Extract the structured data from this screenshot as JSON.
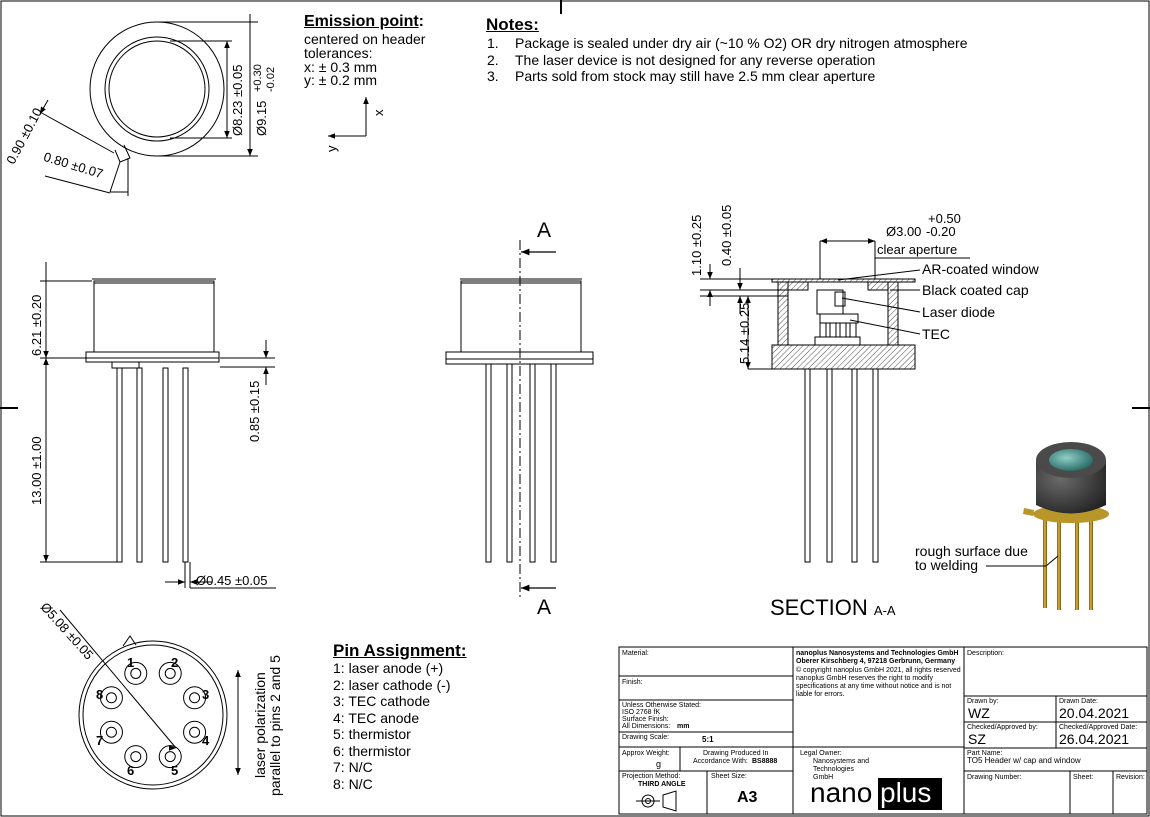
{
  "emission": {
    "title": "Emission point",
    "lines": [
      "centered on header",
      "tolerances:",
      "x: ± 0.3 mm",
      "y: ± 0.2 mm"
    ]
  },
  "notes": {
    "title": "Notes:",
    "items": [
      {
        "num": "1.",
        "text": "Package is sealed under dry air (~10 % O2) OR dry nitrogen atmosphere"
      },
      {
        "num": "2.",
        "text": "The laser device is not designed for any reverse operation"
      },
      {
        "num": "3.",
        "text": "Parts sold from stock may still have 2.5 mm clear aperture"
      }
    ]
  },
  "dims": {
    "d823": "Ø8.23 ±0.05",
    "d915": "Ø9.15",
    "d915_tol_upper": "+0.30",
    "d915_tol_lower": "-0.02",
    "tab_090": "0.90 ±0.10",
    "tab_080": "0.80 ±0.07",
    "h621": "6.21 ±0.20",
    "l1300": "13.00 ±1.00",
    "f085": "0.85 ±0.15",
    "pin045": "Ø0.45 ±0.05",
    "pcd508": "Ø5.08 ±0.05",
    "w110": "1.10 ±0.25",
    "w040": "0.40 ±0.05",
    "ap300": "Ø3.00",
    "ap_upper": "+0.50",
    "ap_lower": "-0.20",
    "ap_label": "clear aperture",
    "h514": "5.14 ±0.25"
  },
  "axes": {
    "x": "x",
    "y": "y"
  },
  "section": {
    "cut": "A",
    "title": "SECTION",
    "suffix": "A-A"
  },
  "callouts": [
    "AR-coated window",
    "Black coated cap",
    "Laser diode",
    "TEC"
  ],
  "rough": [
    "rough surface due",
    "to welding"
  ],
  "pins": {
    "title": "Pin Assignment:",
    "items": [
      "1: laser anode (+)",
      "2: laser cathode (-)",
      "3: TEC cathode",
      "4: TEC anode",
      "5: thermistor",
      "6: thermistor",
      "7: N/C",
      "8: N/C"
    ],
    "numbers": [
      "1",
      "2",
      "3",
      "4",
      "5",
      "6",
      "7",
      "8"
    ]
  },
  "polarization": [
    "laser polarization",
    "parallel to pins 2 and 5"
  ],
  "titleblock": {
    "material": "Material:",
    "finish": "Finish:",
    "unless": [
      "Unless Otherwise Stated:",
      "ISO 2768 fK",
      "Surface Finish:",
      "All Dimensions:"
    ],
    "units": "mm",
    "scale_label": "Drawing Scale:",
    "scale": "5:1",
    "weight_label": "Approx Weight:",
    "weight_unit": "g",
    "produced": [
      "Drawing Produced In",
      "Accordance With:"
    ],
    "standard": "BS8888",
    "projection_label": "Projection Method:",
    "projection": "THIRD ANGLE",
    "sheet_size_label": "Sheet Size:",
    "sheet_size": "A3",
    "company": "nanoplus Nanosystems and Technologies GmbH",
    "address": "Oberer Kirschberg 4, 97218 Gerbrunn, Germany",
    "copyright": [
      "© copyright nanoplus GmbH 2021, all rights reserved",
      "nanoplus GmbH reserves the right to modify",
      "specifications at any time without notice and is not",
      "liable for errors."
    ],
    "legal_owner": "Legal Owner:",
    "owner_name": [
      "Nanosystems and",
      "Technologies",
      "GmbH"
    ],
    "logo_left": "nano",
    "logo_right": "plus",
    "description": "Description:",
    "drawn_by_label": "Drawn by:",
    "drawn_by": "WZ",
    "drawn_date_label": "Drawn Date:",
    "drawn_date": "20.04.2021",
    "checked_label": "Checked/Approved by:",
    "checked_by": "SZ",
    "checked_date_label": "Checked/Approved Date:",
    "checked_date": "26.04.2021",
    "part_name_label": "Part Name:",
    "part_name": "TO5 Header w/ cap and window",
    "drawing_number": "Drawing Number:",
    "sheet": "Sheet:",
    "revision": "Revision:"
  },
  "colors": {
    "line": "#000000",
    "body_fill": "#ffffff",
    "render_cap": "#3a3a3a",
    "render_pin": "#c8a020",
    "window": "#3a7f7a"
  }
}
